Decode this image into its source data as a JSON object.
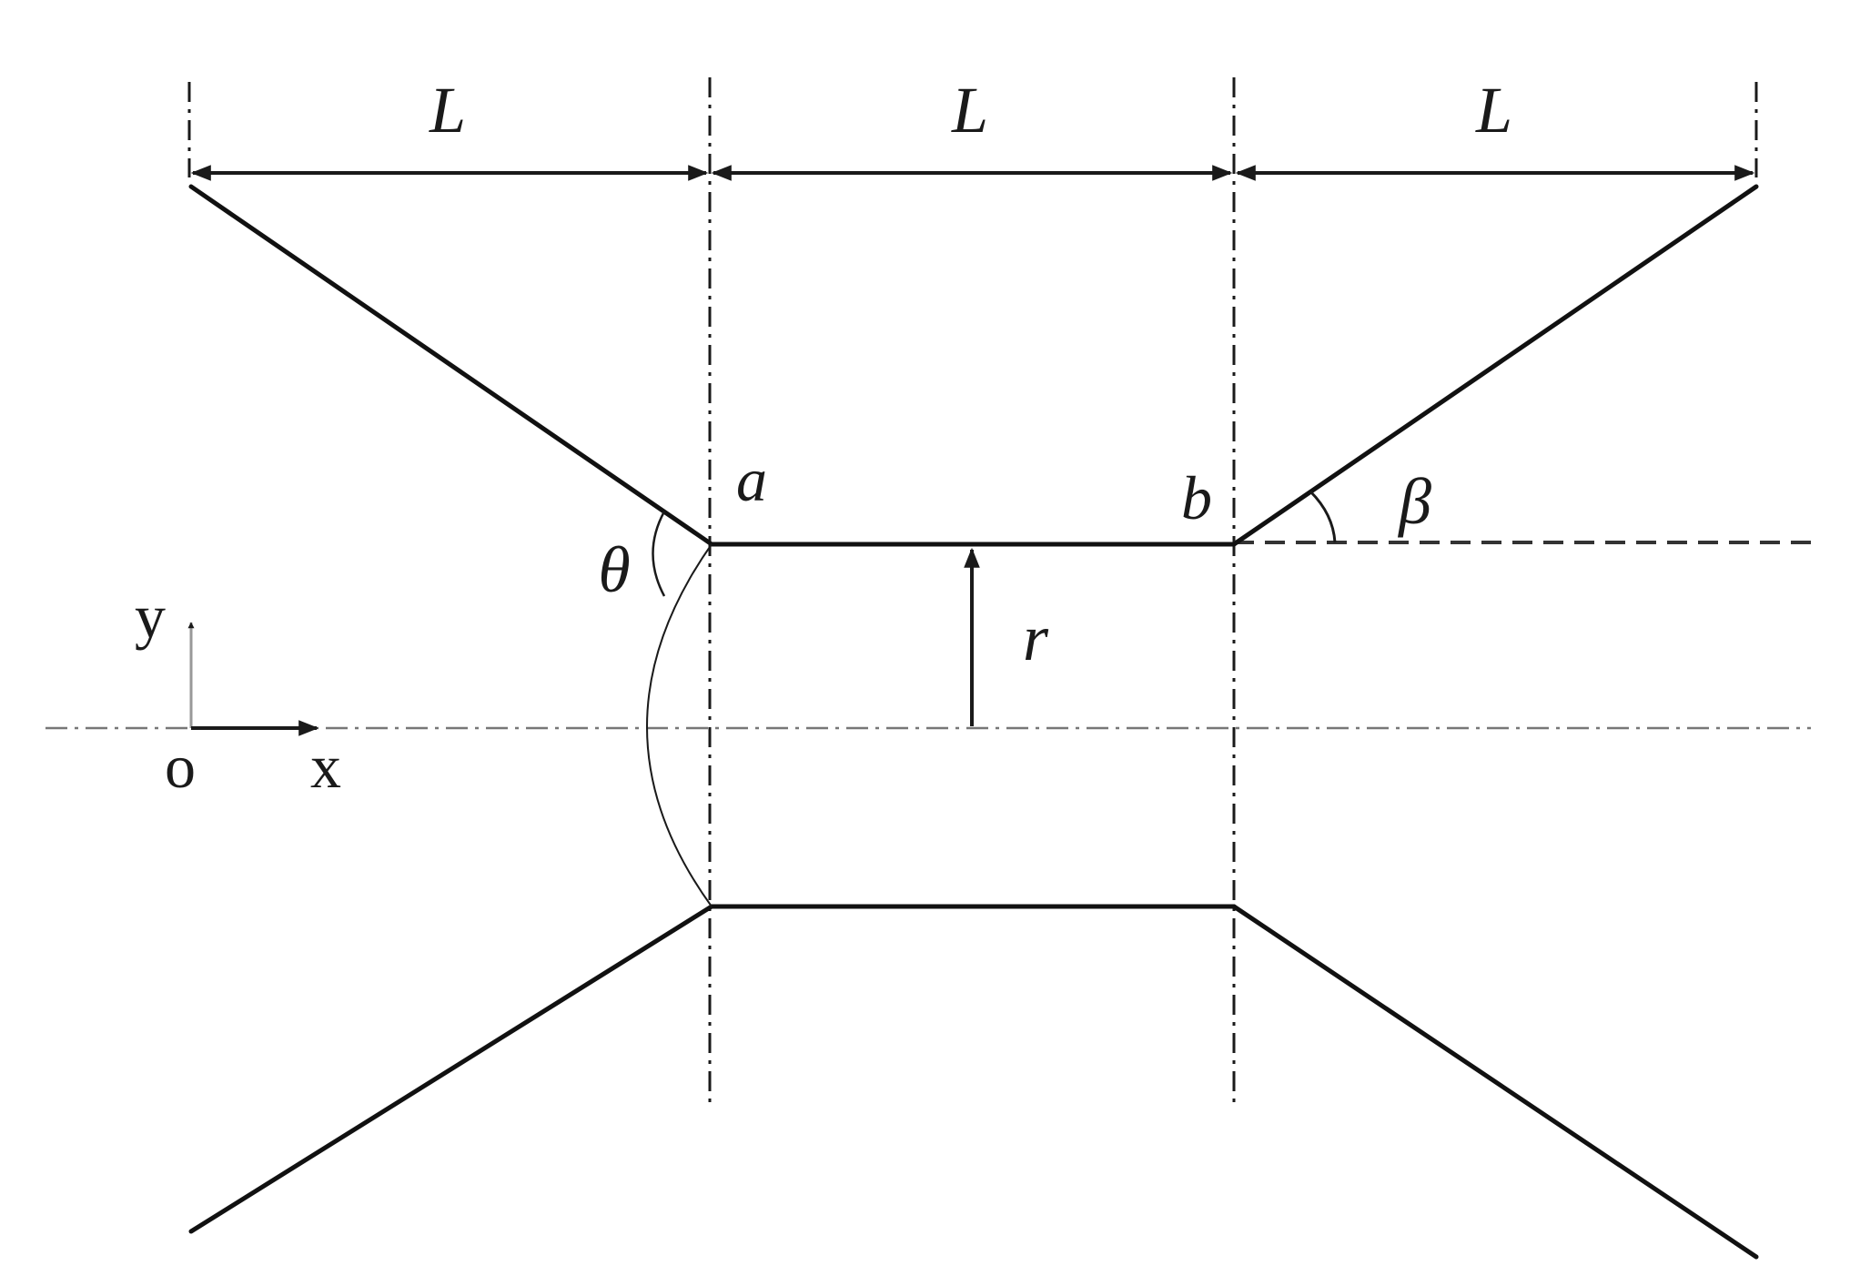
{
  "labels": {
    "dim_left": "L",
    "dim_middle": "L",
    "dim_right": "L",
    "point_a": "a",
    "point_b": "b",
    "angle_beta": "β",
    "angle_theta": "θ",
    "radius": "r",
    "axis_y": "y",
    "axis_x": "x",
    "origin": "o"
  },
  "colors": {
    "ink": "#1a1a1a",
    "guide": "#555555"
  }
}
